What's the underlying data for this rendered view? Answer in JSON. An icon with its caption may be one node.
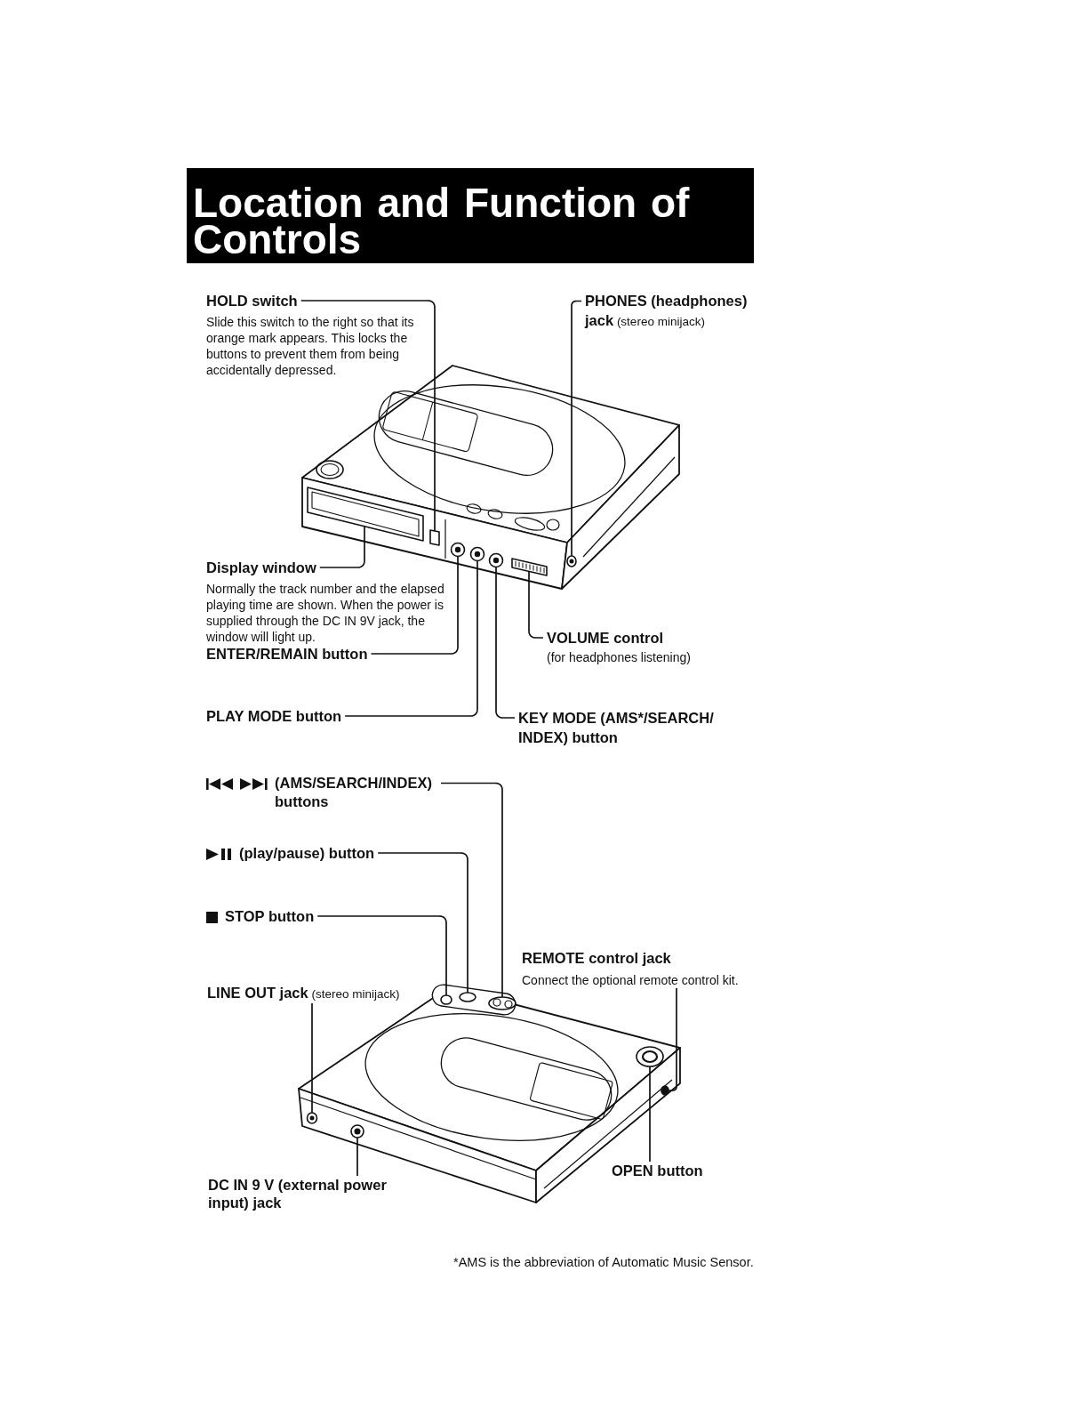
{
  "diagram": {
    "title": "Location and Function of Controls",
    "nodes": [
      {
        "text": [
          "HOLD switch",
          "Slide this switch to the right so that its orange mark appears. This locks the buttons to prevent them from being accidentally depressed."
        ]
      },
      {
        "text": [
          "**PHONES (headphones) jack** (stereo minijack)"
        ]
      },
      {
        "text": [
          "Display window",
          "Normally the track number and the elapsed playing time are shown. When the power is supplied through the DC IN 9V jack, the window will light up."
        ]
      },
      {
        "text": [
          "VOLUME control",
          "(for headphones listening)"
        ]
      },
      {
        "text": [
          "ENTER/REMAIN button"
        ]
      },
      {
        "text": [
          "PLAY MODE button"
        ]
      },
      {
        "text": [
          "KEY MODE (AMS*/SEARCH/ INDEX) button"
        ]
      },
      {
        "text": [
          "(AMS/SEARCH/INDEX) buttons"
        ]
      },
      {
        "text": [
          "(play/pause) button"
        ]
      },
      {
        "text": [
          "STOP button"
        ]
      },
      {
        "text": [
          "REMOTE control jack",
          "Connect the optional remote control kit."
        ]
      },
      {
        "text": [
          "**LINE OUT jack** (stereo minijack)"
        ]
      },
      {
        "text": [
          "OPEN button"
        ]
      },
      {
        "text": [
          "DC IN 9 V (external power input) jack"
        ]
      },
      {
        "text": [],
        "shape": "box"
      },
      {
        "text": [],
        "shape": "box"
      },
      {
        "text": [],
        "shape": "circle"
      },
      {
        "text": [],
        "shape": "circle"
      },
      {
        "text": [],
        "shape": "circle"
      },
      {
        "text": [],
        "shape": "bar"
      },
      {
        "text": [],
        "shape": "circle"
      },
      {
        "text": [],
        "shape": "circle"
      },
      {
        "text": [],
        "shape": "circle"
      },
      {
        "text": [],
        "shape": "circle"
      },
      {
        "text": [],
        "shape": "circle"
      },
      {
        "text": [],
        "shape": "circle"
      },
      {
        "text": [],
        "shape": "circle"
      },
      {
        "text": [],
        "shape": "circle"
      }
    ],
    "edges": [
      {
        "from": 0,
        "to": 15,
        "arrow": "none"
      },
      {
        "from": 1,
        "to": 20,
        "arrow": "none"
      },
      {
        "from": 2,
        "to": 14,
        "arrow": "none"
      },
      {
        "from": 3,
        "to": 19,
        "arrow": "none"
      },
      {
        "from": 4,
        "to": 16,
        "arrow": "none"
      },
      {
        "from": 5,
        "to": 17,
        "arrow": "none"
      },
      {
        "from": 6,
        "to": 18,
        "arrow": "none"
      },
      {
        "from": 7,
        "to": 25,
        "arrow": "none"
      },
      {
        "from": 8,
        "to": 24,
        "arrow": "none"
      },
      {
        "from": 9,
        "to": 23,
        "arrow": "none"
      },
      {
        "from": 10,
        "to": 27,
        "arrow": "none"
      },
      {
        "from": 11,
        "to": 21,
        "arrow": "none"
      },
      {
        "from": 12,
        "to": 26,
        "arrow": "none"
      },
      {
        "from": 13,
        "to": 22,
        "arrow": "none"
      }
    ],
    "labels": [
      "*AMS is the abbreviation of Automatic Music Sensor."
    ]
  }
}
